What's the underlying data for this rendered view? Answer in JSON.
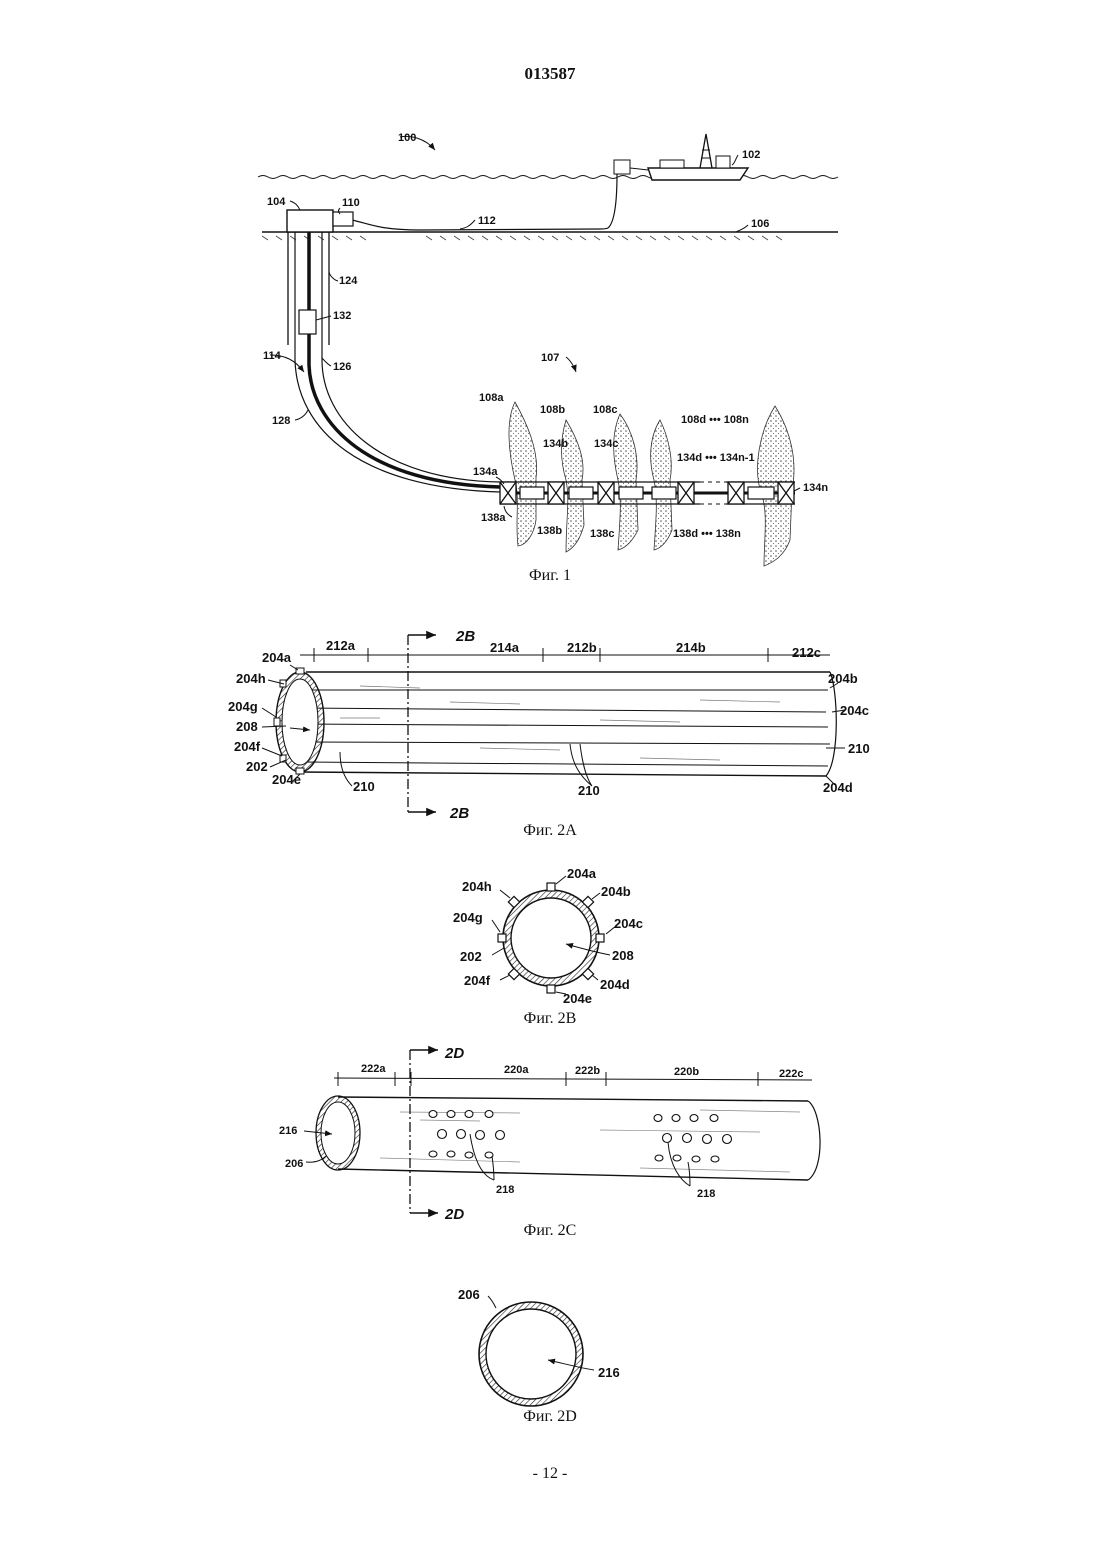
{
  "header": {
    "doc_number": "013587"
  },
  "figures": {
    "fig1": {
      "caption": "Фиг. 1",
      "labels": {
        "system": "100",
        "vessel": "102",
        "wellhead": "104",
        "seafloor": "106",
        "formation_group": "107",
        "z_a": "108a",
        "z_b": "108b",
        "z_c": "108c",
        "z_d": "108d ••• 108n",
        "unit": "110",
        "umbilical": "112",
        "wellbore": "114",
        "casing1": "124",
        "casing2": "126",
        "tubing": "128",
        "device": "132",
        "p_a": "134a",
        "p_b": "134b",
        "p_c": "134c",
        "p_d": "134d ••• 134n-1",
        "p_n": "134n",
        "s_a": "138a",
        "s_b": "138b",
        "s_c": "138c",
        "s_d": "138d ••• 138n"
      }
    },
    "fig2a": {
      "caption": "Фиг. 2A",
      "labels": {
        "sec_top": "2B",
        "sec_bot": "2B",
        "d212a": "212a",
        "d214a": "214a",
        "d212b": "212b",
        "d214b": "214b",
        "d212c": "212c",
        "r204a": "204a",
        "r204h": "204h",
        "r204g": "204g",
        "r208": "208",
        "r204f": "204f",
        "r202": "202",
        "r204e": "204e",
        "r210a": "210",
        "r210b": "210",
        "r204b": "204b",
        "r204c": "204c",
        "r210c": "210",
        "r204d": "204d"
      }
    },
    "fig2b": {
      "caption": "Фиг. 2B",
      "labels": {
        "a": "204a",
        "b": "204b",
        "c": "204c",
        "d": "204d",
        "e": "204e",
        "f": "204f",
        "g": "204g",
        "h": "204h",
        "base": "202",
        "bore": "208"
      }
    },
    "fig2c": {
      "caption": "Фиг. 2C",
      "labels": {
        "sec_top": "2D",
        "sec_bot": "2D",
        "d222a": "222a",
        "d220a": "220a",
        "d222b": "222b",
        "d220b": "220b",
        "d222c": "222c",
        "bore": "216",
        "wall": "206",
        "holes_a": "218",
        "holes_b": "218"
      }
    },
    "fig2d": {
      "caption": "Фиг. 2D",
      "labels": {
        "wall": "206",
        "bore": "216"
      }
    }
  },
  "footer": {
    "page_number": "- 12 -"
  }
}
